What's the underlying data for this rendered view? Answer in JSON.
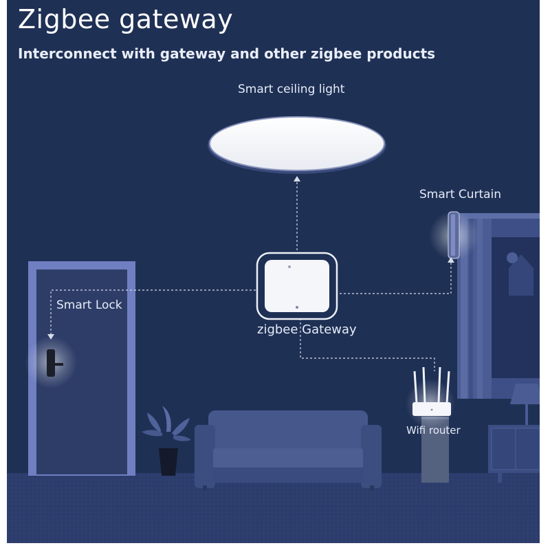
{
  "title": "Zigbee gateway",
  "subtitle": "Interconnect with gateway and other zigbee products",
  "devices": {
    "ceiling_light": "Smart ceiling light",
    "curtain": "Smart Curtain",
    "lock": "Smart Lock",
    "gateway": "zigbee Gateway",
    "router": "Wifi router"
  },
  "colors": {
    "background": "#1f3055",
    "floor": "#2b3b69",
    "line": "#d6dcea",
    "text": "#ffffff"
  }
}
